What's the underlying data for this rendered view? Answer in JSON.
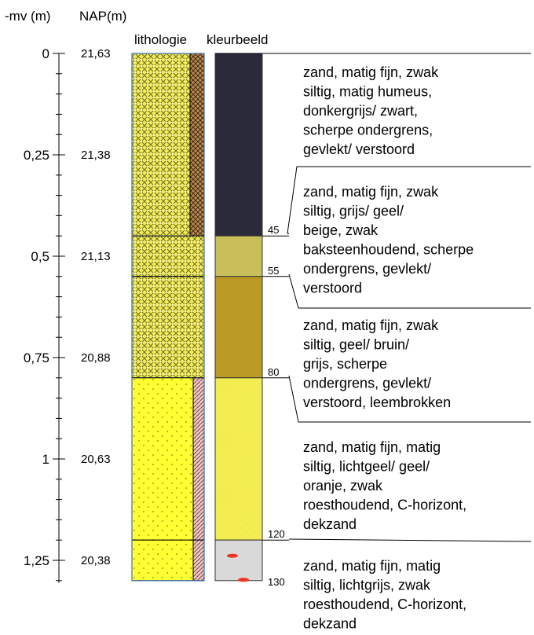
{
  "headers": {
    "depth": "-mv (m)",
    "nap": "NAP(m)",
    "lithology": "lithologie",
    "color_image": "kleurbeeld"
  },
  "depth_axis": {
    "range_m": [
      0,
      1.3
    ],
    "ticks": [
      {
        "depth": 0,
        "label": "0",
        "nap": "21,63"
      },
      {
        "depth": 0.25,
        "label": "0,25",
        "nap": "21,38"
      },
      {
        "depth": 0.5,
        "label": "0,5",
        "nap": "21,13"
      },
      {
        "depth": 0.75,
        "label": "0,75",
        "nap": "20,88"
      },
      {
        "depth": 1.0,
        "label": "1",
        "nap": "20,63"
      },
      {
        "depth": 1.25,
        "label": "1,25",
        "nap": "20,38"
      }
    ]
  },
  "layers": [
    {
      "top_cm": 0,
      "bottom_cm": 45,
      "bottom_label": "45",
      "lithology_pattern": "humic-sand",
      "color": "#2b2a3a",
      "description": [
        "zand, matig fijn, zwak",
        "siltig, matig humeus,",
        "donkergrijs/ zwart,",
        "scherpe ondergrens,",
        "gevlekt/ verstoord"
      ]
    },
    {
      "top_cm": 45,
      "bottom_cm": 55,
      "bottom_label": "55",
      "lithology_pattern": "clayey-sand",
      "color": "#c8bf5a",
      "description": [
        "zand, matig fijn, zwak",
        "siltig, grijs/ geel/",
        "beige, zwak",
        "baksteenhoudend, scherpe",
        "ondergrens, gevlekt/",
        "verstoord"
      ]
    },
    {
      "top_cm": 55,
      "bottom_cm": 80,
      "bottom_label": "80",
      "lithology_pattern": "clayey-sand",
      "color": "#bb9a24",
      "description": [
        "zand, matig fijn, zwak",
        "siltig, geel/ bruin/",
        "grijs, scherpe",
        "ondergrens, gevlekt/",
        "verstoord, leembrokken"
      ]
    },
    {
      "top_cm": 80,
      "bottom_cm": 120,
      "bottom_label": "120",
      "lithology_pattern": "silty-sand",
      "color": "#f2ec4e",
      "description": [
        "zand, matig fijn, matig",
        "siltig, lichtgeel/ geel/",
        "oranje, zwak",
        "roesthoudend, C-horizont,",
        "dekzand"
      ]
    },
    {
      "top_cm": 120,
      "bottom_cm": 130,
      "bottom_label": "130",
      "lithology_pattern": "silty-sand",
      "color": "#d9d9d9",
      "description": [
        "zand, matig fijn, matig",
        "siltig, lichtgrijs, zwak",
        "roesthoudend, C-horizont,",
        "dekzand"
      ]
    }
  ]
}
